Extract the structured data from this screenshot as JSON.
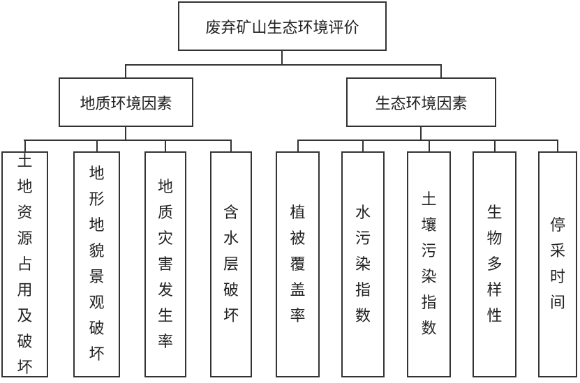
{
  "root": "废弃矿山生态环境评价",
  "groups": [
    {
      "label": "地质环境因素",
      "children": [
        "土地资源占用及破坏",
        "地形地貌景观破坏",
        "地质灾害发生率",
        "含水层破坏"
      ]
    },
    {
      "label": "生态环境因素",
      "children": [
        "植被覆盖率",
        "水污染指数",
        "土壤污染指数",
        "生物多样性",
        "停采时间"
      ]
    }
  ]
}
